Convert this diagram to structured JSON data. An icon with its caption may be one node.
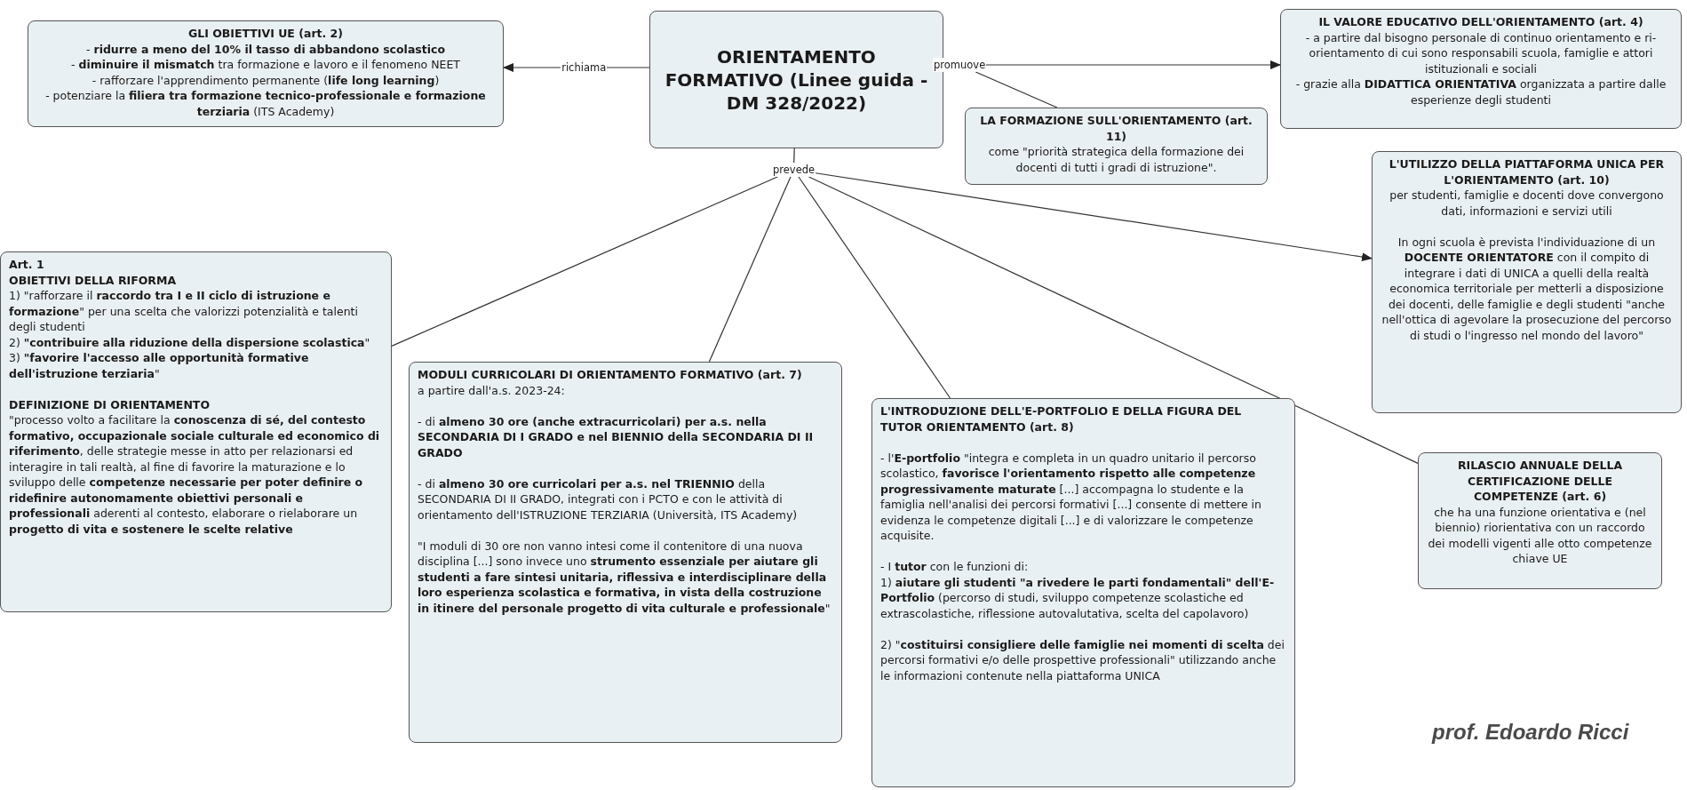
{
  "diagram": {
    "nodes": [
      {
        "text": [
          "ORIENTAMENTO FORMATIVO (Linee guida - DM 328/2022)"
        ]
      },
      {
        "text": [
          "GLI OBIETTIVI UE (art. 2)",
          "- **ridurre a meno del 10% il tasso di abbandono scolastico**",
          "- **diminuire il mismatch** tra formazione e lavoro e il fenomeno NEET",
          "- rafforzare l'apprendimento permanente (**life long learning**)",
          "- potenziare la **filiera tra formazione tecnico-professionale e formazione terziaria** (ITS Academy)"
        ]
      },
      {
        "text": [
          "promuove"
        ]
      },
      {
        "text": [
          "IL VALORE EDUCATIVO DELL'ORIENTAMENTO (art. 4)",
          "- a partire dal bisogno personale di continuo orientamento e ri-orientamento di cui sono responsabili scuola, famiglie e attori istituzionali e sociali",
          "- grazie alla **DIDATTICA ORIENTATIVA** organizzata a partire dalle esperienze degli studenti"
        ]
      },
      {
        "text": [
          "LA FORMAZIONE SULL'ORIENTAMENTO (art. 11)",
          "come \"priorità strategica della formazione dei docenti di tutti i gradi di istruzione\"."
        ]
      },
      {
        "text": [
          "prevede"
        ]
      },
      {
        "text": [
          "L'UTILIZZO DELLA PIATTAFORMA UNICA PER L'ORIENTAMENTO (art. 10)",
          "per studenti, famiglie e docenti dove convergono dati, informazioni e servizi utili",
          "In ogni scuola è prevista l'individuazione di un **DOCENTE ORIENTATORE** con il compito di integrare i dati di UNICA a quelli della realtà economica territoriale per metterli a disposizione dei docenti, delle famiglie e degli studenti \"anche nell'ottica di agevolare la prosecuzione del percorso di studi o l'ingresso nel mondo del lavoro\""
        ]
      },
      {
        "text": [
          "Art. 1",
          "OBIETTIVI DELLA RIFORMA",
          "1) \"rafforzare il **raccordo tra I e II ciclo di istruzione e formazione**\" per una scelta che valorizzi potenzialità e talenti degli studenti",
          "2) **\"contribuire alla riduzione della dispersione scolastica**\"",
          "3) **\"favorire l'accesso alle opportunità formative dell'istruzione terziaria**\"",
          "DEFINIZIONE DI ORIENTAMENTO",
          "\"processo volto a facilitare la **conoscenza di sé, del contesto formativo, occupazionale sociale culturale ed economico di riferimento**, delle strategie messe in atto per relazionarsi ed interagire in tali realtà, al fine di favorire la maturazione e lo sviluppo delle **competenze necessarie per poter definire o ridefinire autonomamente obiettivi personali e professionali** aderenti al contesto, elaborare o rielaborare un **progetto di vita e sostenere le scelte relative**"
        ]
      },
      {
        "text": [
          "MODULI CURRICOLARI DI ORIENTAMENTO FORMATIVO (art. 7)",
          "a partire dall'a.s. 2023-24:",
          "- di **almeno 30 ore (anche extracurricolari) per a.s. nella SECONDARIA DI I GRADO e nel BIENNIO della SECONDARIA DI II GRADO**",
          "- di **almeno 30 ore curricolari per a.s. nel TRIENNIO** della SECONDARIA DI II GRADO, integrati con i PCTO e con le attività di orientamento dell'ISTRUZIONE TERZIARIA (Università, ITS Academy)",
          "\"I moduli di 30 ore non vanno intesi come il contenitore di una nuova disciplina [...] sono invece uno **strumento essenziale per aiutare gli studenti a fare sintesi unitaria, riflessiva e interdisciplinare della loro esperienza scolastica e formativa, in vista della costruzione in itinere del personale progetto di vita culturale e professionale**\""
        ]
      },
      {
        "text": [
          "L'INTRODUZIONE DELL'E-PORTFOLIO E DELLA FIGURA DEL TUTOR ORIENTAMENTO (art. 8)",
          "- l'**E-portfolio** \"integra e completa in un quadro unitario il percorso scolastico, **favorisce l'orientamento rispetto alle competenze progressivamente maturate** [...] accompagna lo studente e la famiglia nell'analisi dei percorsi formativi [...] consente di mettere in evidenza le competenze digitali [...] e di valorizzare le competenze acquisite.",
          "- I **tutor** con le funzioni di:",
          "1) **aiutare gli studenti \"a rivedere le parti fondamentali\" dell'E-Portfolio** (percorso di studi, sviluppo competenze scolastiche ed extrascolastiche, riflessione autovalutativa, scelta del capolavoro)",
          "2) \"**costituirsi consigliere delle famiglie nei momenti di scelta** dei percorsi formativi e/o delle prospettive professionali\" utilizzando anche le informazioni contenute nella piattaforma UNICA"
        ]
      },
      {
        "text": [
          "RILASCIO ANNUALE DELLA CERTIFICAZIONE DELLE COMPETENZE (art. 6)",
          "che ha una funzione orientativa e (nel biennio) riorientativa con un raccordo dei modelli vigenti alle otto competenze chiave UE"
        ]
      }
    ],
    "edges": [
      {
        "from": 0,
        "to": 1,
        "arrow": "to",
        "label": "richiama"
      },
      {
        "from": 0,
        "to": 2,
        "arrow": "none"
      },
      {
        "from": 2,
        "to": 3,
        "arrow": "to"
      },
      {
        "from": 2,
        "to": 4,
        "arrow": "none"
      },
      {
        "from": 0,
        "to": 5,
        "arrow": "none"
      },
      {
        "from": 5,
        "to": 7,
        "arrow": "none"
      },
      {
        "from": 5,
        "to": 8,
        "arrow": "none"
      },
      {
        "from": 5,
        "to": 9,
        "arrow": "none"
      },
      {
        "from": 5,
        "to": 6,
        "arrow": "to"
      },
      {
        "from": 5,
        "to": 10,
        "arrow": "none"
      }
    ],
    "labels": [
      "prof. Edoardo Ricci"
    ]
  }
}
